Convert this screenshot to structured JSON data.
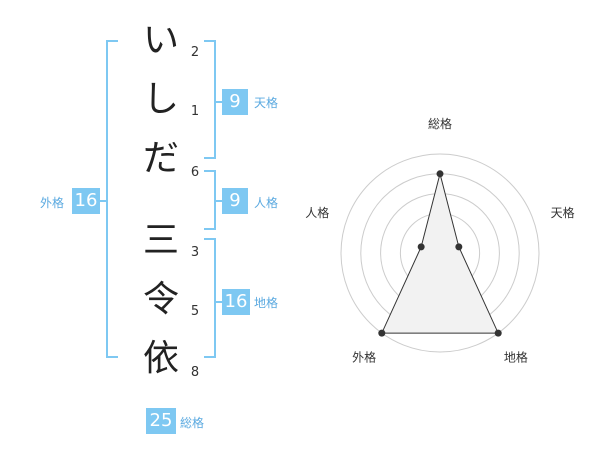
{
  "name": {
    "chars": [
      "い",
      "し",
      "だ",
      "三",
      "令",
      "依"
    ],
    "strokes": [
      "2",
      "1",
      "6",
      "3",
      "5",
      "8"
    ]
  },
  "fortune": {
    "tenkaku": {
      "label": "天格",
      "value": "9"
    },
    "jinkaku": {
      "label": "人格",
      "value": "9"
    },
    "chikaku": {
      "label": "地格",
      "value": "16"
    },
    "gaikaku": {
      "label": "外格",
      "value": "16"
    },
    "soukaku": {
      "label": "総格",
      "value": "25"
    }
  },
  "colors": {
    "accent": "#7ec8f2",
    "label": "#5aa9e0",
    "radar_fill": "#f2f2f2"
  },
  "chart_data": {
    "type": "radar",
    "axes": [
      "総格",
      "天格",
      "地格",
      "外格",
      "人格"
    ],
    "values": [
      4,
      1,
      5,
      5,
      1
    ],
    "max": 5,
    "rings": 5
  }
}
